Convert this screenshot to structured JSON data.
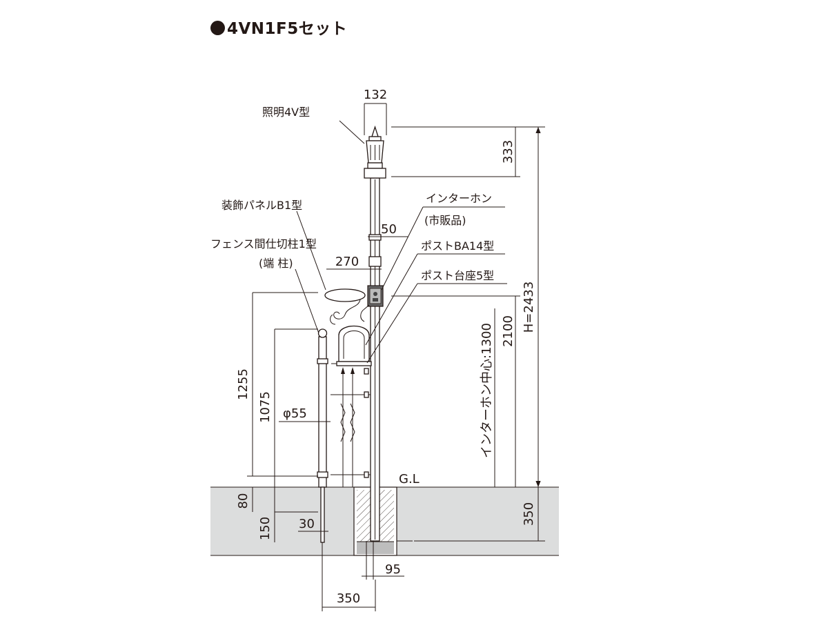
{
  "title": "4VN1F5セット",
  "labels": {
    "lighting": "照明4V型",
    "panel": "装飾パネルB1型",
    "fence_post": "フェンス間仕切柱1型",
    "end_post": "(端 柱)",
    "intercom": "インターホン",
    "intercom_note": "(市販品)",
    "post": "ポストBA14型",
    "post_base": "ポスト台座5型",
    "ground": "G.L",
    "intercom_center": "インターホン中心:1300",
    "total_height": "H=2433"
  },
  "dimensions": {
    "lamp_width": "132",
    "lamp_height": "333",
    "pole_width": "50",
    "panel_width": "270",
    "intercom_height": "2100",
    "fence_height": "1255",
    "inner_height": "1075",
    "post_dia": "φ55",
    "embed_80": "80",
    "embed_150": "150",
    "pipe_30": "30",
    "foundation_depth": "350",
    "base_95": "95",
    "offset_350": "350"
  },
  "colors": {
    "ink": "#231815",
    "ground": "#dcdddd"
  }
}
